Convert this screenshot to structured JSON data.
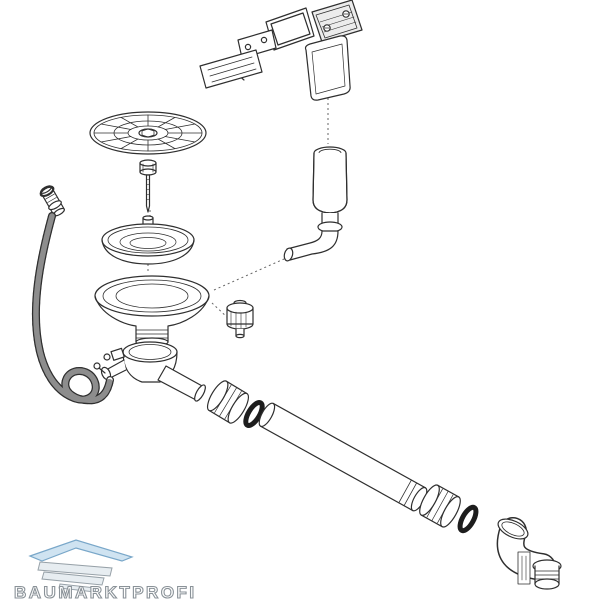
{
  "colors": {
    "background": "#ffffff",
    "line": "#2f2f2f",
    "dotted": "#666666",
    "washer": "#1d1d1d"
  },
  "watermark": {
    "brand": "BAUMARKTPROFI",
    "text_stroke": "#8a9298",
    "roof_fill": "#cfe3f1",
    "roof_stroke": "#79a7c9",
    "sketch_stroke": "#97a1a8"
  },
  "parts": [
    "overflow-gasket-frame",
    "overflow-cover-plate",
    "screw-plate",
    "mounting-screws",
    "brand-plate",
    "overflow-housing",
    "overflow-reservoir",
    "overflow-elbow-pipe",
    "strainer-plate",
    "mounting-screw",
    "strainer-basket",
    "drain-flange",
    "sealing-plug",
    "drain-housing",
    "hose-fitting",
    "flexible-hose",
    "pipe-nut-1",
    "washer-1",
    "straight-pipe",
    "pipe-nut-2",
    "washer-2",
    "outlet-elbow"
  ]
}
